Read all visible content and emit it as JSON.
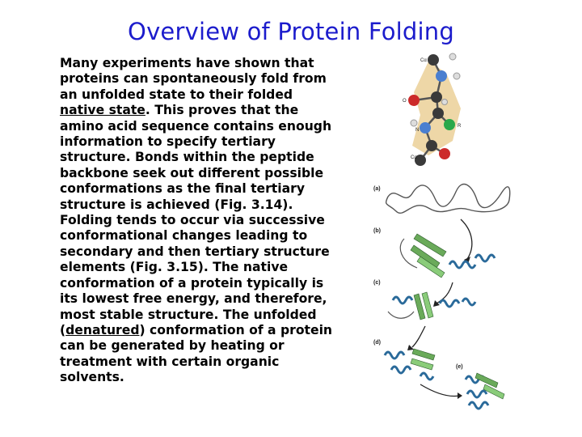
{
  "slide": {
    "title": "Overview of Protein Folding",
    "paragraph": {
      "t1": "Many experiments have shown that proteins can spontaneously fold from an unfolded state to their folded ",
      "link1": "native state",
      "t2": ". This proves that the amino acid sequence contains enough information to specify tertiary structure. Bonds within the peptide backbone seek out different possible conformations as the final tertiary structure is achieved (Fig. 3.14). Folding tends to occur via successive conformational changes leading to secondary and then tertiary structure elements (Fig. 3.15). The native conformation of a protein typically is its lowest free energy, and therefore, most stable structure. The unfolded (",
      "link2": "denatured",
      "t3": ") conformation of a protein can be generated by heating or treatment with certain organic solvents."
    }
  },
  "figure_molecule": {
    "labels": {
      "ca_top": "Cα",
      "o_left": "O",
      "n_mid": "N",
      "r_right": "R",
      "ca_bottom": "Cα"
    },
    "colors": {
      "carbon": "#3a3a3a",
      "nitrogen": "#4a7fd0",
      "oxygen": "#cc2a2a",
      "side_chain": "#2aa84a",
      "hydrogen": "#dddddd",
      "bond": "#d8b26a"
    }
  },
  "figure_folding": {
    "panels": [
      "(a)",
      "(b)",
      "(c)",
      "(d)",
      "(e)"
    ],
    "colors": {
      "strand": "#6aaa5a",
      "helix": "#2a6a9a",
      "coil": "#555555",
      "arrow": "#222222"
    }
  }
}
